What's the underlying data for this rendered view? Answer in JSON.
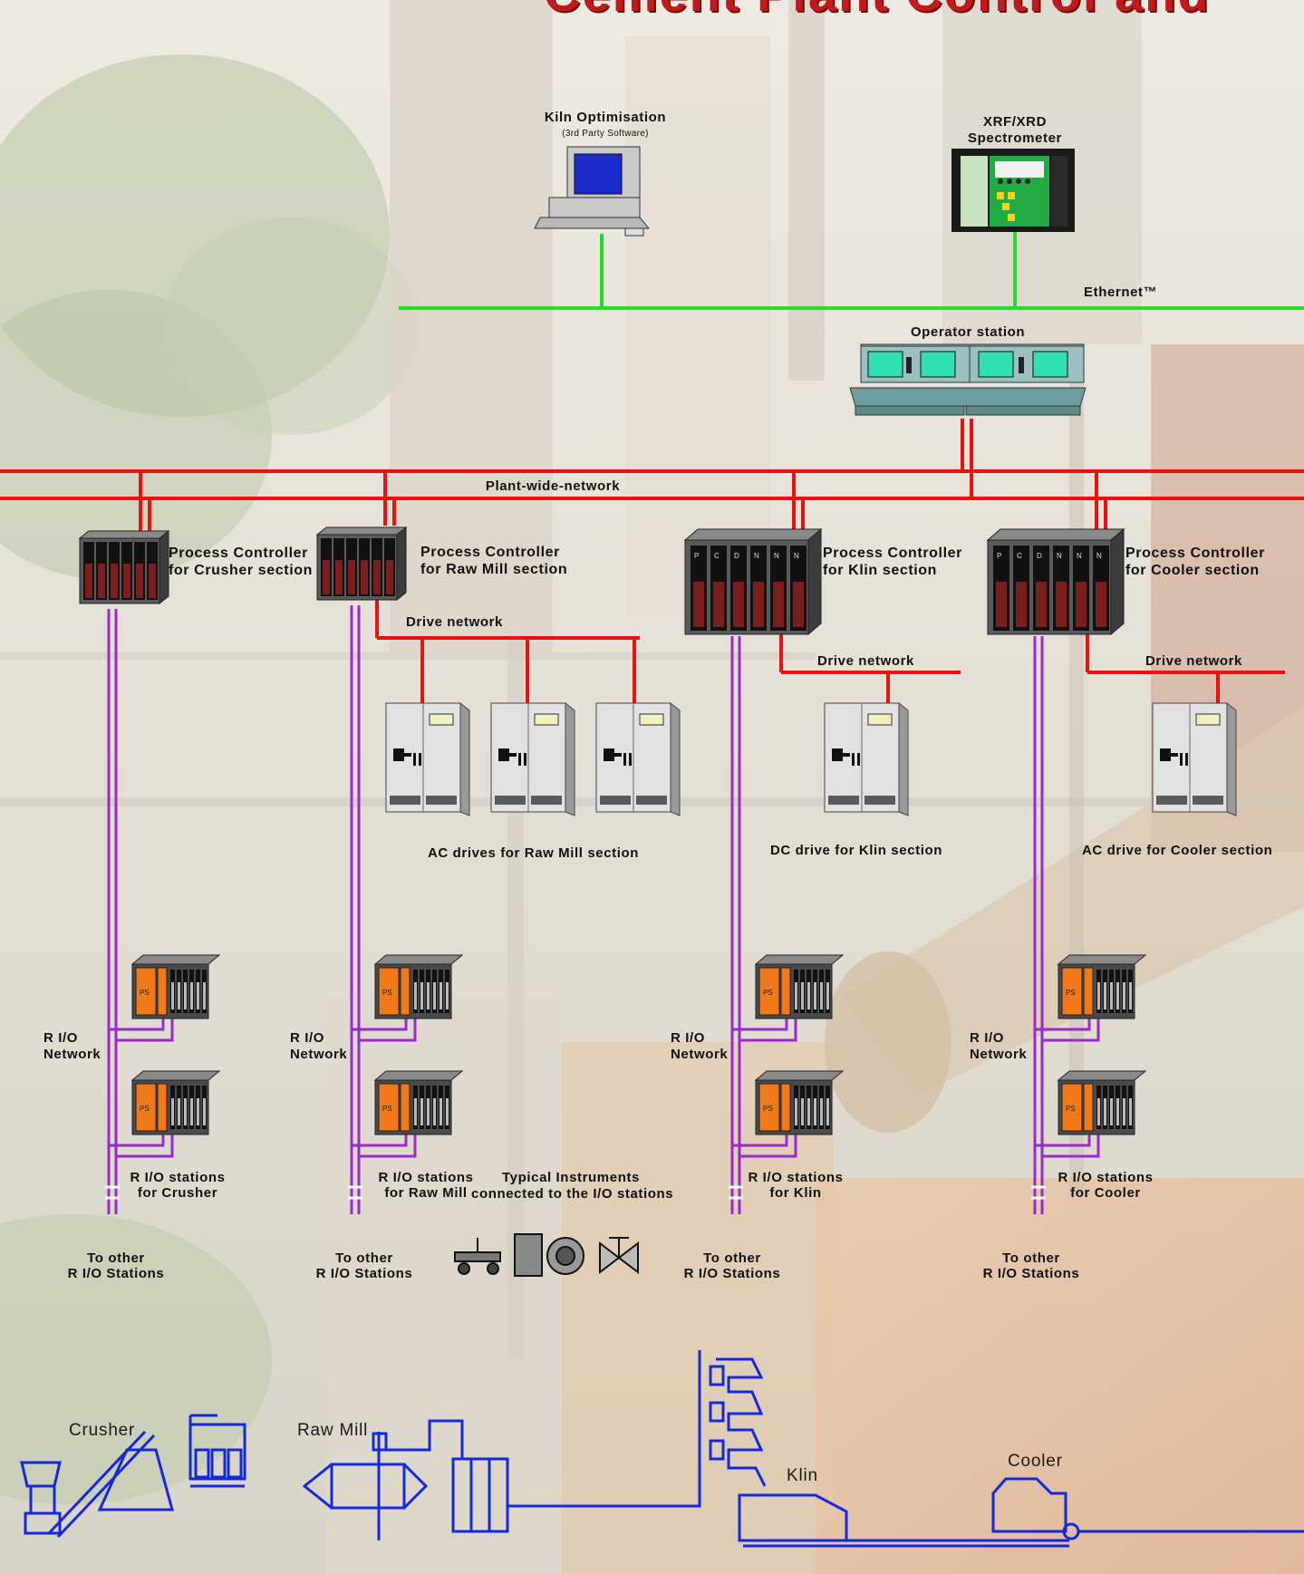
{
  "title": "Cement Plant Control and",
  "networks": {
    "ethernet": "Ethernet™",
    "plant_wide": "Plant-wide-network",
    "drive_network": "Drive network",
    "rio_network_line1": "R I/O",
    "rio_network_line2": "Network"
  },
  "kiln_opt": {
    "title": "Kiln Optimisation",
    "subtitle": "(3rd Party Software)"
  },
  "xrf": {
    "line1": "XRF/XRD",
    "line2": "Spectrometer"
  },
  "operator_station": "Operator station",
  "controllers": [
    {
      "line1": "Process Controller",
      "line2": "for Crusher section"
    },
    {
      "line1": "Process Controller",
      "line2": "for Raw Mill section"
    },
    {
      "line1": "Process Controller",
      "line2": "for Klin section"
    },
    {
      "line1": "Process Controller",
      "line2": "for Cooler section"
    }
  ],
  "drives": {
    "raw_mill": "AC drives for Raw Mill section",
    "klin": "DC drive for Klin section",
    "cooler": "AC drive for Cooler section"
  },
  "rio_stations": [
    {
      "line1": "R I/O stations",
      "line2": "for Crusher"
    },
    {
      "line1": "R I/O stations",
      "line2": "for Raw Mill"
    },
    {
      "line1": "R I/O stations",
      "line2": "for Klin"
    },
    {
      "line1": "R I/O stations",
      "line2": "for Cooler"
    }
  ],
  "instruments": {
    "line1": "Typical Instruments",
    "line2": "connected to the I/O stations"
  },
  "to_other": {
    "line1": "To other",
    "line2": "R I/O Stations"
  },
  "stages": {
    "crusher": "Crusher",
    "raw_mill": "Raw Mill",
    "klin": "Klin",
    "cooler": "Cooler"
  },
  "colors": {
    "ethernet": "#22e02a",
    "plant_network": "#ee1010",
    "rio_network": "#9a2ad0",
    "process_line": "#1428e0",
    "io_module": "#f07a1a"
  }
}
